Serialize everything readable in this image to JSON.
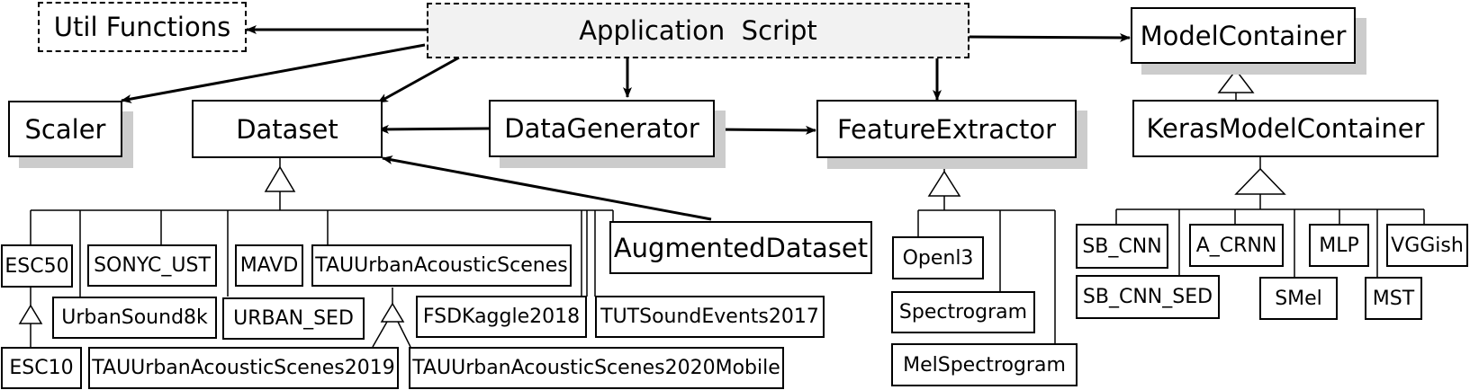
{
  "diagram": {
    "util": "Util Functions",
    "app": "Application  Script",
    "model_container": "ModelContainer",
    "keras_model_container": "KerasModelContainer",
    "scaler": "Scaler",
    "dataset": "Dataset",
    "data_generator": "DataGenerator",
    "feature_extractor": "FeatureExtractor",
    "augmented_dataset": "AugmentedDataset",
    "datasets": {
      "esc50": "ESC50",
      "esc10": "ESC10",
      "sonyc_ust": "SONYC_UST",
      "urbansound8k": "UrbanSound8k",
      "mavd": "MAVD",
      "urban_sed": "URBAN_SED",
      "tau_urban": "TAUUrbanAcousticScenes",
      "tau_2019": "TAUUrbanAcousticScenes2019",
      "tau_2020": "TAUUrbanAcousticScenes2020Mobile",
      "fsdkaggle2018": "FSDKaggle2018",
      "tut_sound_events": "TUTSoundEvents2017"
    },
    "features": {
      "openl3": "Openl3",
      "spectrogram": "Spectrogram",
      "melspectrogram": "MelSpectrogram"
    },
    "models": {
      "sb_cnn": "SB_CNN",
      "sb_cnn_sed": "SB_CNN_SED",
      "a_crnn": "A_CRNN",
      "smel": "SMel",
      "mlp": "MLP",
      "mst": "MST",
      "vggish": "VGGish"
    }
  }
}
